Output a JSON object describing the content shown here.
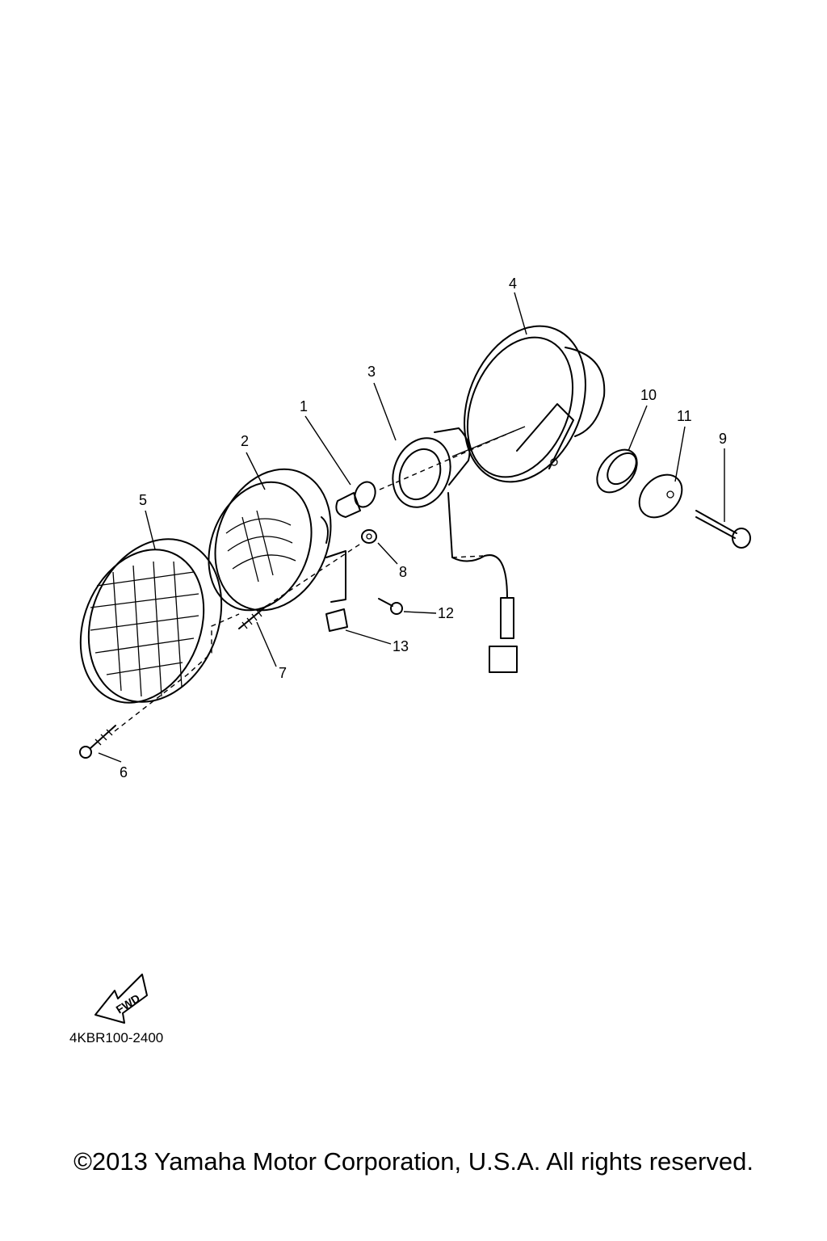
{
  "callouts": {
    "c1": "1",
    "c2": "2",
    "c3": "3",
    "c4": "4",
    "c5": "5",
    "c6": "6",
    "c7": "7",
    "c8": "8",
    "c9": "9",
    "c10": "10",
    "c11": "11",
    "c12": "12",
    "c13": "13"
  },
  "fwd_label": "FWD",
  "diagram_code": "4KBR100-2400",
  "copyright": "©2013 Yamaha Motor Corporation, U.S.A. All rights reserved."
}
